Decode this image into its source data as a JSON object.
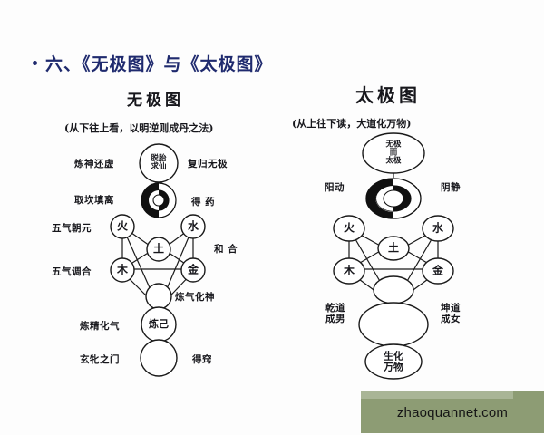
{
  "slide": {
    "bullet_icon": "bullet-dot-icon",
    "title": "六、《无极图》与《太极图》",
    "title_color": "#1f2a6e",
    "background_color": "#fdfdfd"
  },
  "left_diagram": {
    "heading": "无极图",
    "subtitle": "(从下往上看，以明逆则成丹之法)",
    "taiji_icon": "taiji-ring-icon",
    "labels": {
      "row1_left": "炼神还虚",
      "row1_right": "复归无极",
      "row2_left": "取坎填离",
      "row2_right": "得 药",
      "row3_left": "五气朝元",
      "row3_right": "和 合",
      "row4_left": "五气调合",
      "row5_right": "炼气化神",
      "row6_left": "炼精化气",
      "row7_left": "玄牝之门",
      "row7_right": "得窍"
    },
    "nodes": {
      "top_circle": "脱胎\n求仙",
      "fire": "火",
      "water": "水",
      "earth": "土",
      "wood": "木",
      "metal": "金",
      "lower_circle": "",
      "lianji": "炼己",
      "bottom_circle": ""
    }
  },
  "right_diagram": {
    "heading": "太极图",
    "subtitle": "(从上往下读，大道化万物)",
    "taiji_icon": "taiji-ring-icon",
    "labels": {
      "yang": "阳动",
      "yin": "阴静",
      "qian": "乾道成男",
      "kun": "坤道成女"
    },
    "nodes": {
      "top_circle": "无极\n而\n太极",
      "fire": "火",
      "water": "水",
      "earth": "土",
      "wood": "木",
      "metal": "金",
      "mid_circle": "",
      "big_circle": "",
      "bottom_circle": "生化\n万物"
    }
  },
  "watermark": {
    "text": "zhaoquannet.com",
    "band_color": "#8d9c74",
    "strip_color": "#a9b596"
  }
}
